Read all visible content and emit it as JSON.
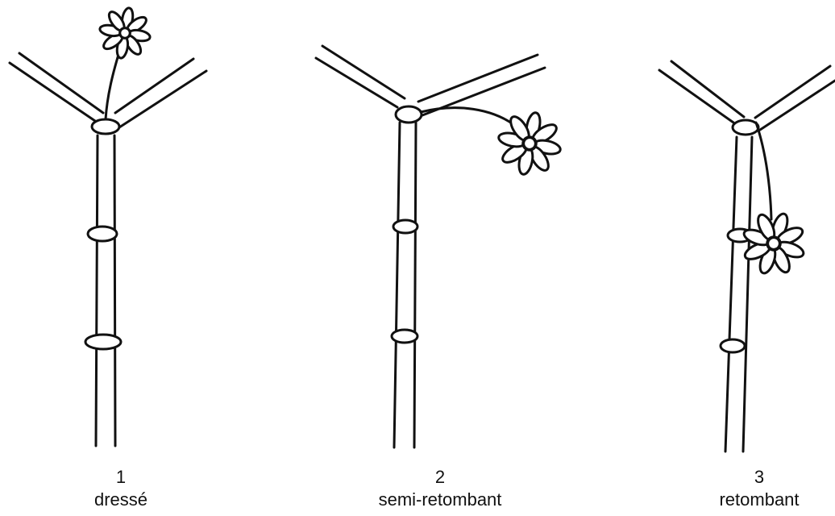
{
  "figures": [
    {
      "number": "1",
      "label": "dressé"
    },
    {
      "number": "2",
      "label": "semi-retombant"
    },
    {
      "number": "3",
      "label": "retombant"
    }
  ],
  "colors": {
    "ink": "#111111",
    "background": "#ffffff"
  }
}
